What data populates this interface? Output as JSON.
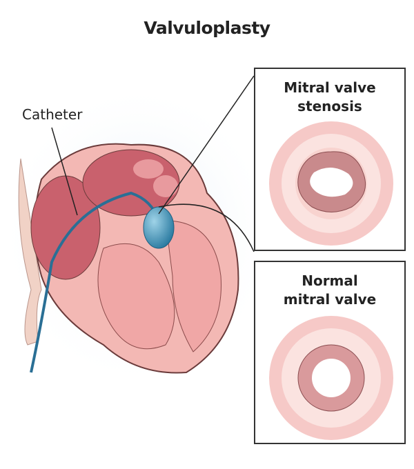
{
  "title": "Valvuloplasty",
  "labels": {
    "catheter": "Catheter"
  },
  "panels": [
    {
      "title_line1": "Mitral valve",
      "title_line2": "stenosis"
    },
    {
      "title_line1": "Normal",
      "title_line2": "mitral valve"
    }
  ],
  "colors": {
    "tissue": "#f2b3b0",
    "chamber": "#c9616d",
    "balloon": "#3d8fb0",
    "catheter": "#2a6f95",
    "ring": "#f4c2c0"
  }
}
